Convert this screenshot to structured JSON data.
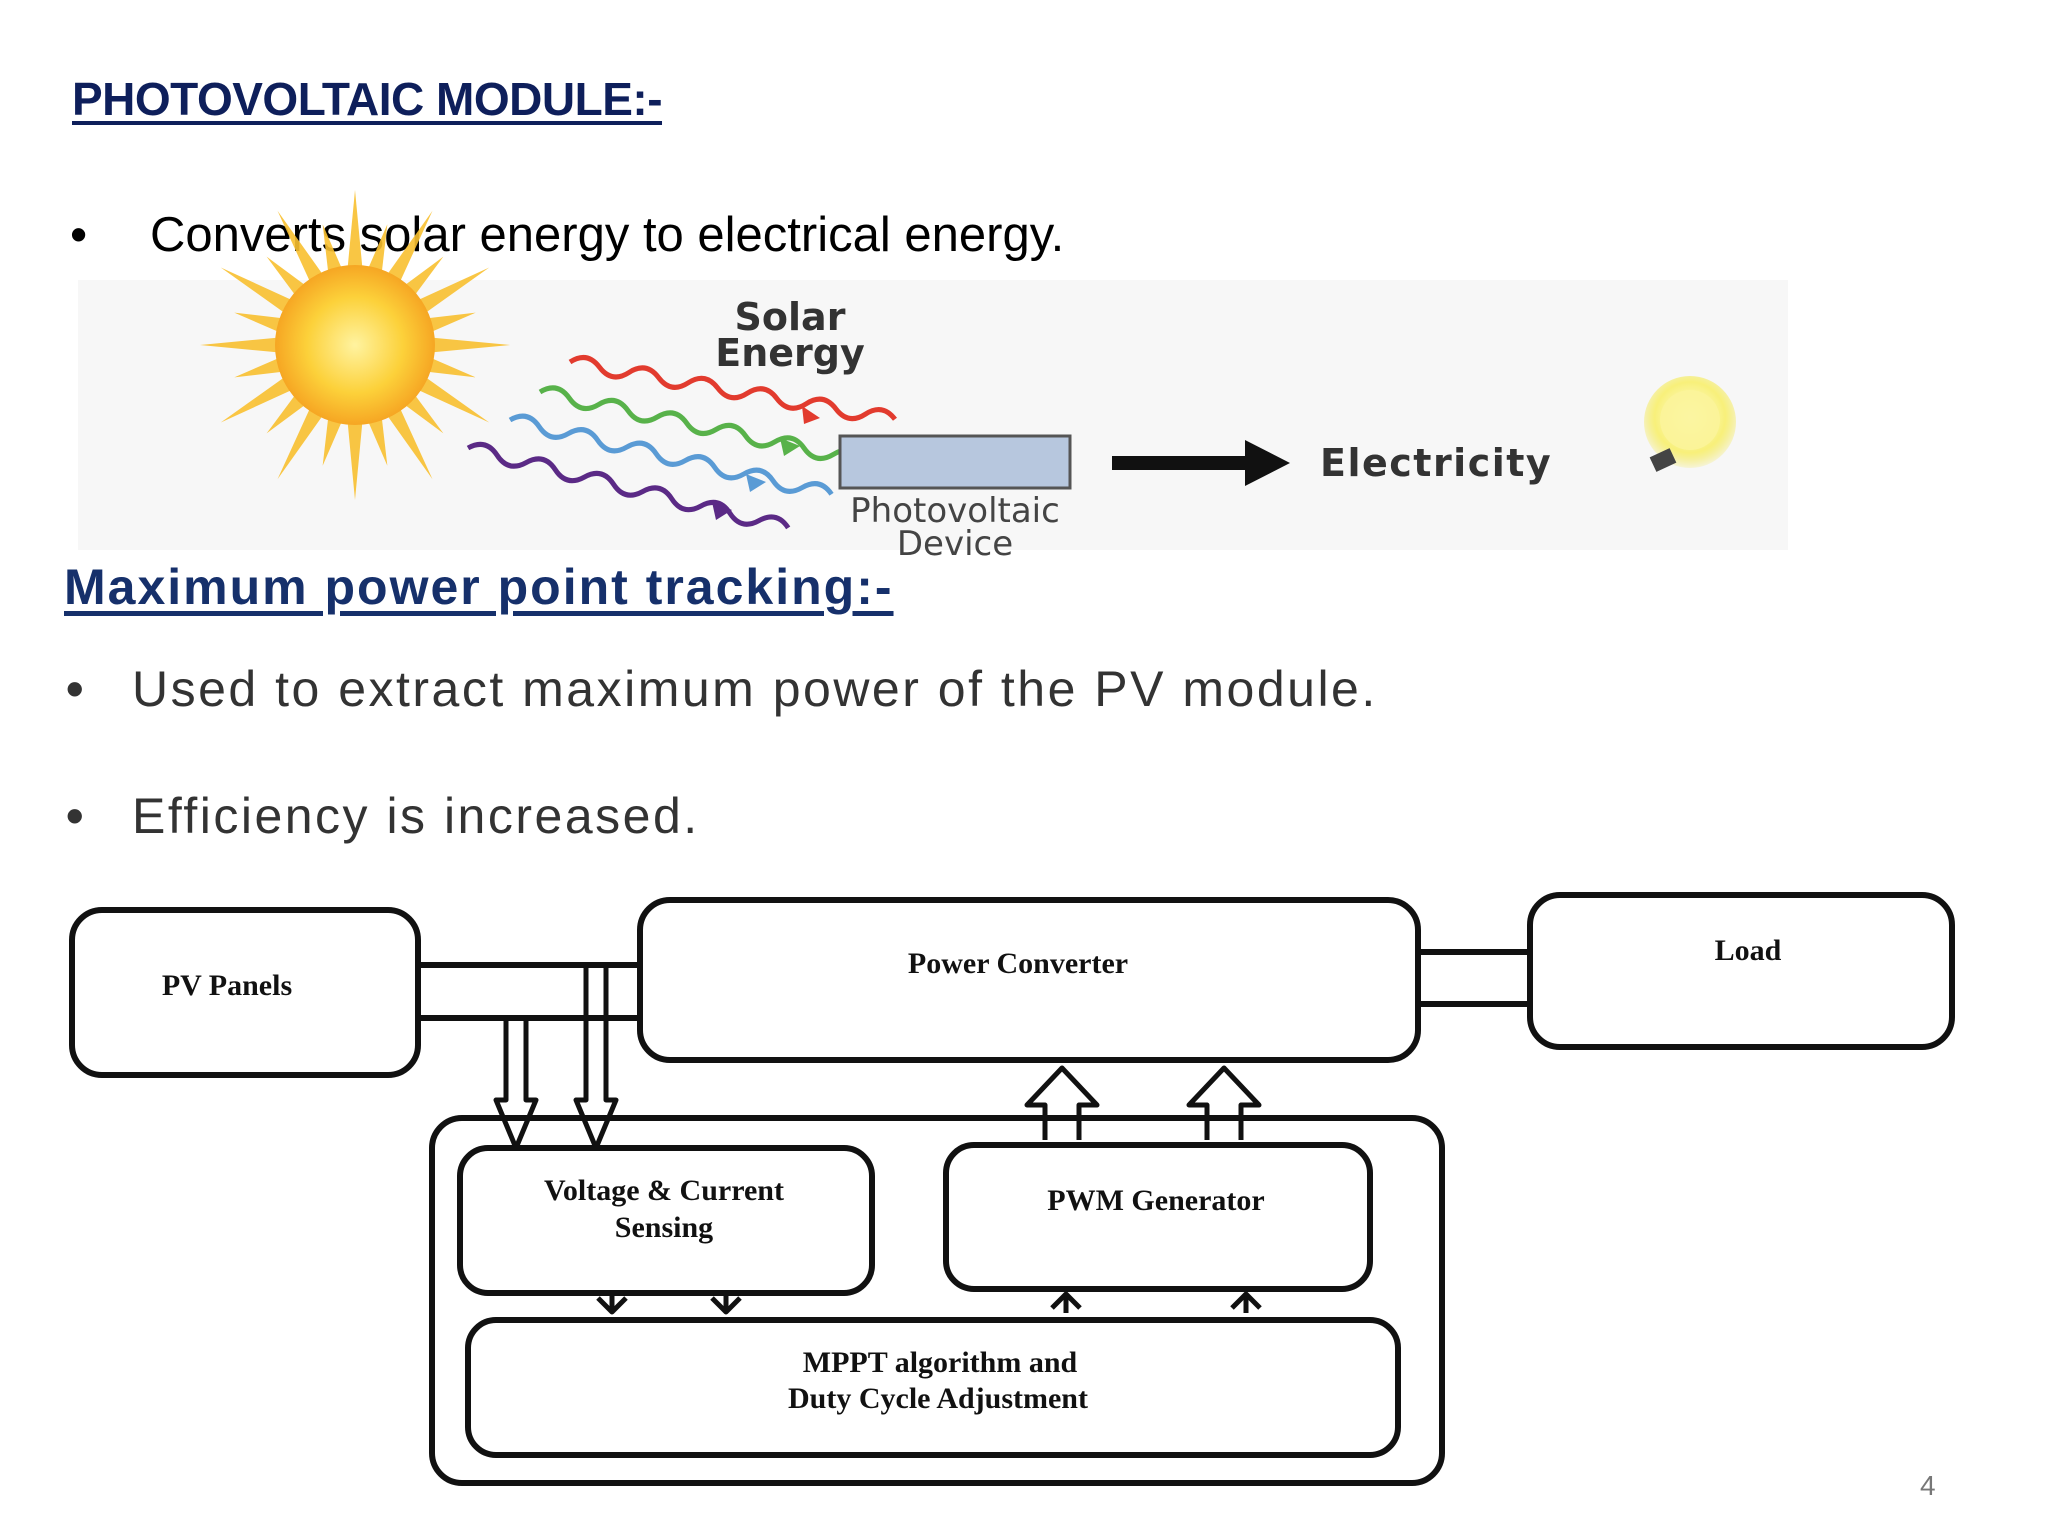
{
  "slide": {
    "title": "PHOTOVOLTAIC MODULE:-",
    "bullet_marker": "•",
    "bullet1": "Converts solar energy to electrical energy.",
    "illustration": {
      "solar_energy_line1": "Solar",
      "solar_energy_line2": "Energy",
      "device_line1": "Photovoltaic",
      "device_line2": "Device",
      "output_label": "Electricity"
    },
    "section2_title": "Maximum power point tracking:-",
    "bullets2": [
      "Used to extract maximum power of the PV module.",
      "Efficiency is increased."
    ],
    "diagram": {
      "pv_panels": "PV Panels",
      "power_converter": "Power Converter",
      "load": "Load",
      "sensing_line1": "Voltage & Current",
      "sensing_line2": "Sensing",
      "pwm_generator": "PWM Generator",
      "mppt_line1": "MPPT algorithm and",
      "mppt_line2": "Duty Cycle Adjustment"
    },
    "page_number": "4"
  },
  "colors": {
    "title_blue": "#0e1f5b",
    "section_blue": "#16306b",
    "sun_yellow": "#fcd13a",
    "device_fill": "#b7c7de",
    "ray_red": "#e23b2e",
    "ray_green": "#58b24a",
    "ray_blue": "#5a9bd5",
    "ray_purple": "#5b2a86"
  }
}
